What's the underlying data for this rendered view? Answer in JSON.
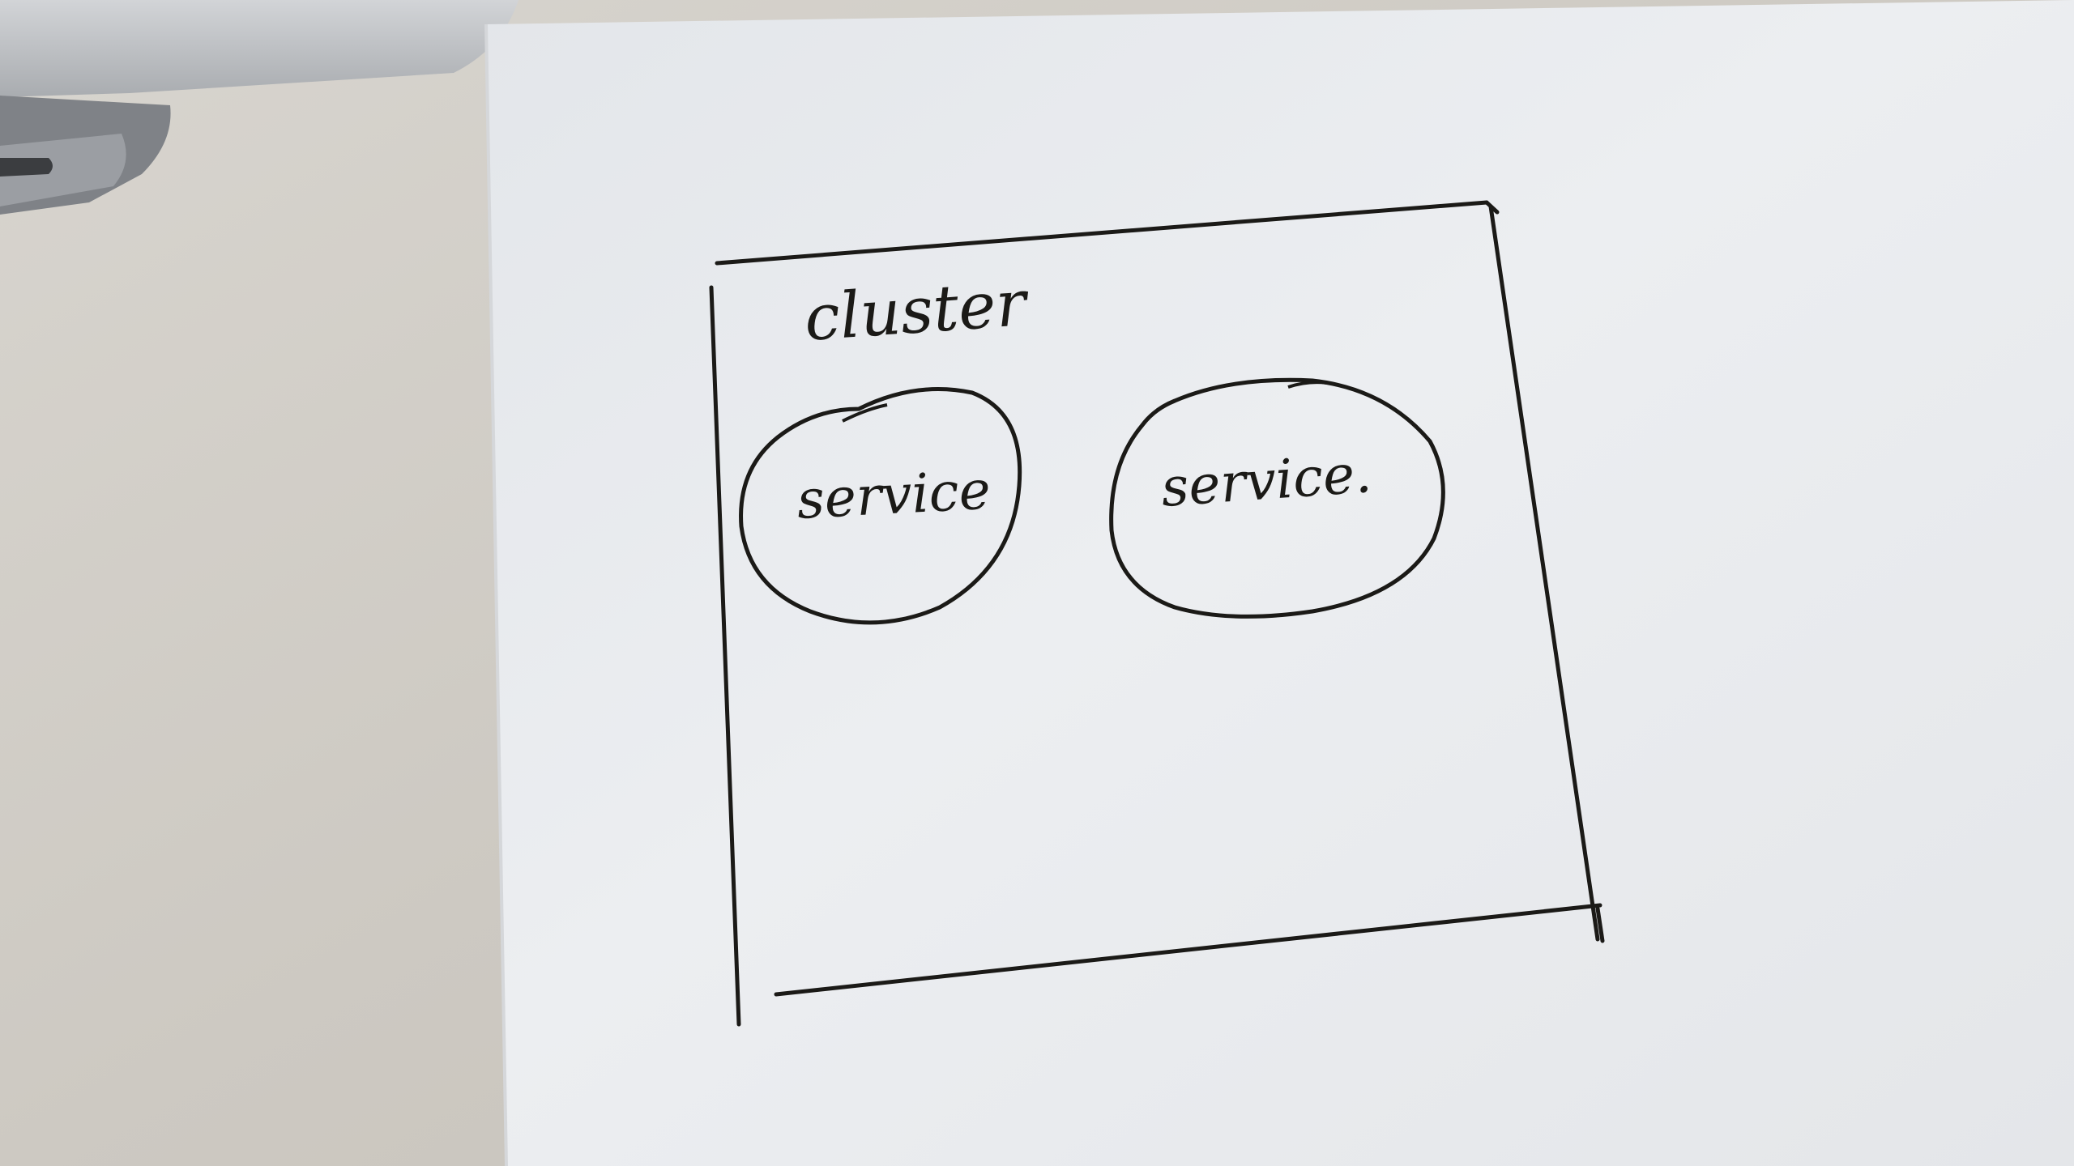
{
  "diagram": {
    "container_label": "cluster",
    "nodes": [
      {
        "label": "service"
      },
      {
        "label": "service."
      }
    ],
    "colors": {
      "ink": "#1b1a17",
      "paper": "#e9ebee",
      "desk": "#cfccc6",
      "device": "#b8babd"
    }
  }
}
